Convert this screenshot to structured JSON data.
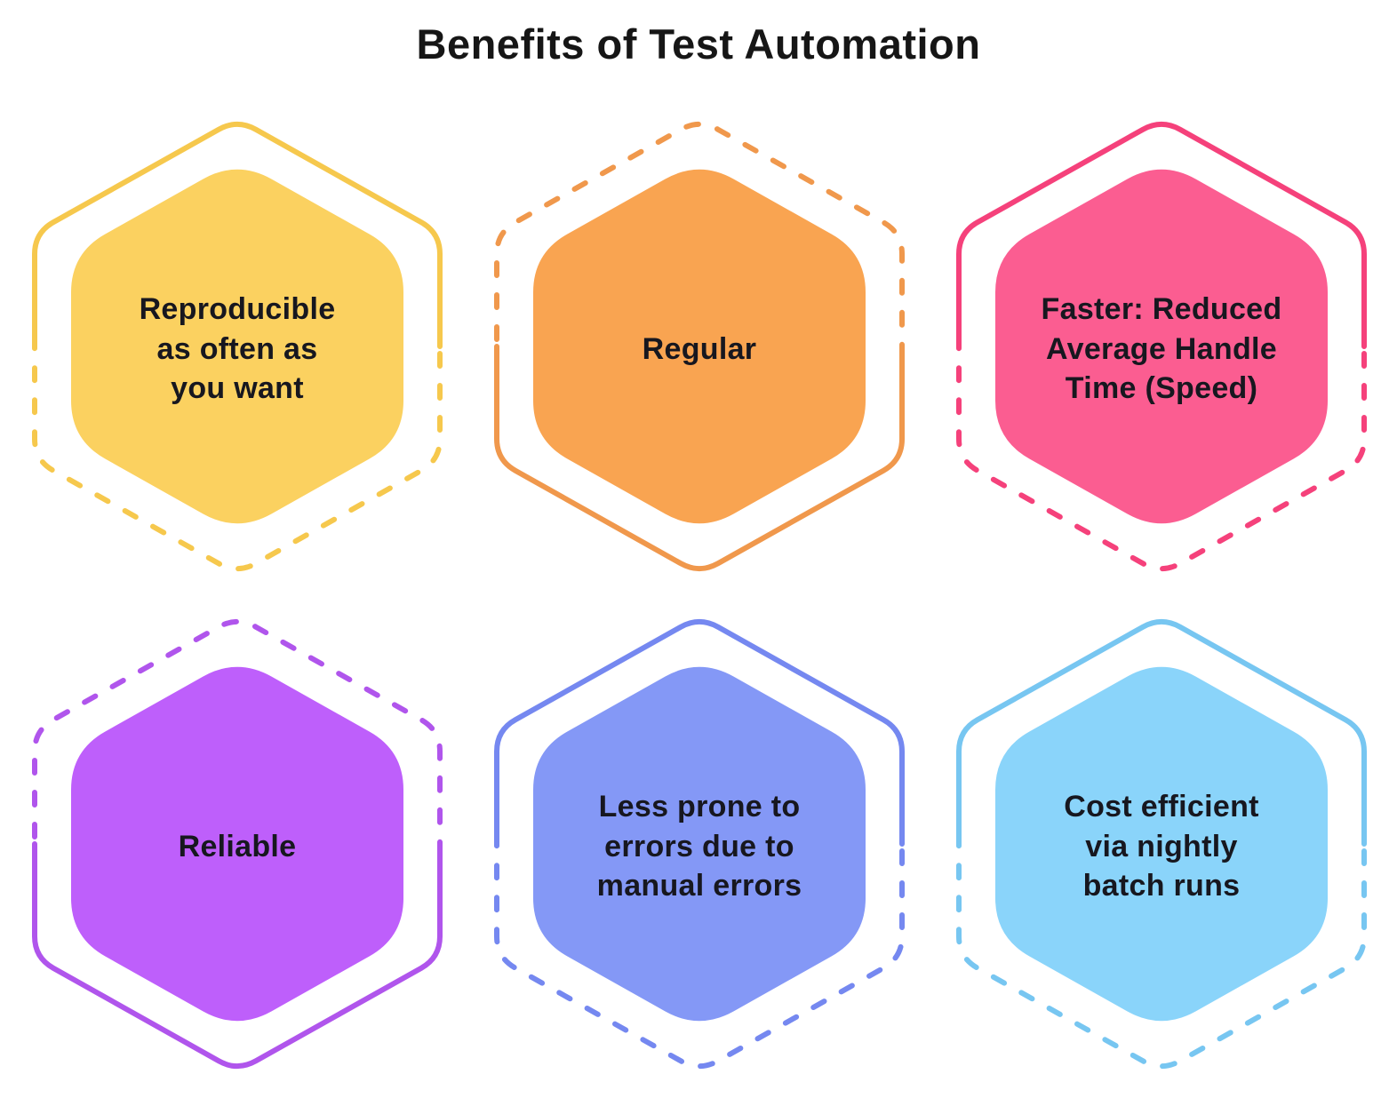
{
  "title": "Benefits of Test Automation",
  "colors": {
    "background": "#ffffff",
    "title_text": "#161616",
    "label_text": "#17171f"
  },
  "benefits": [
    {
      "label": "Reproducible\nas often as\nyou want",
      "fill": "#FBD160",
      "stroke": "#F6C84D",
      "dashed_half": "bottom"
    },
    {
      "label": "Regular",
      "fill": "#F9A451",
      "stroke": "#F0984C",
      "dashed_half": "top"
    },
    {
      "label": "Faster: Reduced\nAverage Handle\nTime (Speed)",
      "fill": "#FB5D91",
      "stroke": "#F5417B",
      "dashed_half": "bottom"
    },
    {
      "label": "Reliable",
      "fill": "#BE5FFB",
      "stroke": "#B055EC",
      "dashed_half": "top"
    },
    {
      "label": "Less prone to\nerrors due to\nmanual errors",
      "fill": "#8498F6",
      "stroke": "#7588F0",
      "dashed_half": "bottom"
    },
    {
      "label": "Cost efficient\nvia nightly\nbatch runs",
      "fill": "#8AD4FA",
      "stroke": "#77C6F1",
      "dashed_half": "bottom"
    }
  ]
}
